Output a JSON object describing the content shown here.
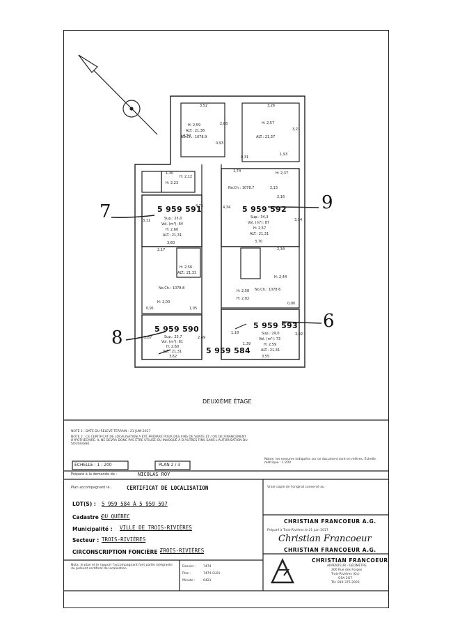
{
  "plan": {
    "floor_title": "DEUXIÈME ÉTAGE",
    "lots": [
      {
        "id": "lot-7",
        "number": "5 959 591",
        "sup": "Sup.: 25,0",
        "vol": "Vol. (m³): 64",
        "h": "H: 2,60",
        "alt": "ALT.: 21,31"
      },
      {
        "id": "lot-9",
        "number": "5 959 592",
        "sup": "Sup.: 34,3",
        "vol": "Vol. (m³): 87",
        "h": "H: 2,57",
        "alt": "ALT.: 21,31"
      },
      {
        "id": "lot-8",
        "number": "5 959 590",
        "sup": "Sup.: 23,7",
        "vol": "Vol. (m³): 61",
        "h": "H: 2,60",
        "alt": "ALT.: 21,31"
      },
      {
        "id": "lot-6",
        "number": "5 959 593",
        "sup": "Sup.: 29,0",
        "vol": "Vol. (m³): 73",
        "h": "H: 2,59",
        "alt": "ALT.: 21,31"
      }
    ],
    "common_lot": "5 959 584",
    "handwritten": {
      "seven": "7",
      "nine": "9",
      "eight": "8",
      "six": "6"
    },
    "dims": {
      "d352": "3,52",
      "d326": "3,26",
      "d268": "2,68",
      "d321": "3,21",
      "d450": "4,50",
      "h259": "H: 2,59",
      "alt2136": "ALT.: 21,36",
      "noch10789": "No.Ch.: 1078.9",
      "d093": "0,93",
      "h257": "H: 2,57",
      "alt2137": "ALT.: 21,37",
      "d031": "0,31",
      "d193": "1,93",
      "d130": "1,30",
      "h212": "H: 2,12",
      "h223": "H: 2,23",
      "d174": "1,74",
      "h237": "H: 2,37",
      "noch10787": "No.Ch.: 1078.7",
      "d215": "2,15",
      "d216": "2,16",
      "d471": "4,71",
      "d434": "4,34",
      "d314": "3,14",
      "d311": "3,11",
      "d360": "3,60",
      "d370": "3,70",
      "d217": "2,17",
      "d234": "2,34",
      "h256": "H: 2,56",
      "alt2133": "ALT.: 21,33",
      "noch10788": "No.Ch.: 1078.8",
      "h244": "H: 2,44",
      "noch10786": "No.Ch.: 1078.6",
      "h200": "H: 2,00",
      "h258": "H: 2,58",
      "h202": "H: 2,02",
      "d091": "0,91",
      "d105": "1,05",
      "d090": "0,90",
      "d287": "2,87",
      "d249": "2,49",
      "d362": "3,62",
      "d118": "1,18",
      "d392": "3,92",
      "d355": "3,55",
      "d139": "1,39"
    }
  },
  "notes": {
    "note1": "NOTE 1 : DATE DU RELEVÉ TERRAIN : 21 JUIN 2017",
    "note2": "NOTE 2 : CE CERTIFICAT DE LOCALISATION A ÉTÉ PRÉPARÉ POUR DES FINS DE VENTE ET / OU DE FINANCEMENT HYPOTHÉCAIRE. IL NE DEVRA DONC PAS ÊTRE UTILISÉ OU INVOQUÉ À D'AUTRES FINS SANS L'AUTORISATION DU SOUSSIGNÉ.",
    "measures_note": "Notes: les mesures indiquées sur ce document sont en mètres. Échelle métrique : 1:200"
  },
  "title_block": {
    "echelle": "ÉCHELLE : 1 : 200",
    "plan": "PLAN 2 / 3",
    "prepared_for_label": "Préparé à la demande de :",
    "prepared_for": "NICOLAS ROY",
    "plan_accompagnant_label": "Plan accompagnant le :",
    "document_title": "CERTIFICAT DE LOCALISATION",
    "lots_label": "LOT(S) :",
    "lots_value": "5 959 584 À 5 959 597",
    "cadastre_label": "Cadastre :",
    "cadastre_value": "DU QUÉBEC",
    "municipalite_label": "Municipalité :",
    "municipalite_value": "VILLE DE TROIS-RIVIÈRES",
    "secteur_label": "Secteur :",
    "secteur_value": "TROIS-RIVIÈRES",
    "circonscription_label": "CIRCONSCRIPTION FONCIÈRE :",
    "circonscription_value": "TROIS-RIVIÈRES",
    "vraie_copie": "Vraie copie de l'original conservé au",
    "firm_stamp": "CHRISTIAN FRANCOEUR A.G.",
    "prepare_line": "Préparé à Trois-Rivières le 21 juin 2017",
    "signature": "Christian Francoeur",
    "firm_under_sig": "CHRISTIAN FRANCOEUR A.G.",
    "firm_name": "CHRISTIAN FRANCOEUR",
    "firm_sub1": "ARPENTEUR - GÉOMÈTRE",
    "firm_sub2": "200 Rue des Forges",
    "firm_sub3": "Trois-Rivières (Qc)",
    "firm_sub4": "G9A 2G7",
    "firm_sub5": "Tél: 819 375-2003",
    "legal_note": "Nota: le plan et le rapport l'accompagnant font partie intégrante du présent certificat de localisation.",
    "dossier_label": "Dossier :",
    "dossier_value": "7474",
    "plan_label": "Plan :",
    "plan_value": "7474-CL01",
    "minute_label": "Minute :",
    "minute_value": "6421"
  }
}
